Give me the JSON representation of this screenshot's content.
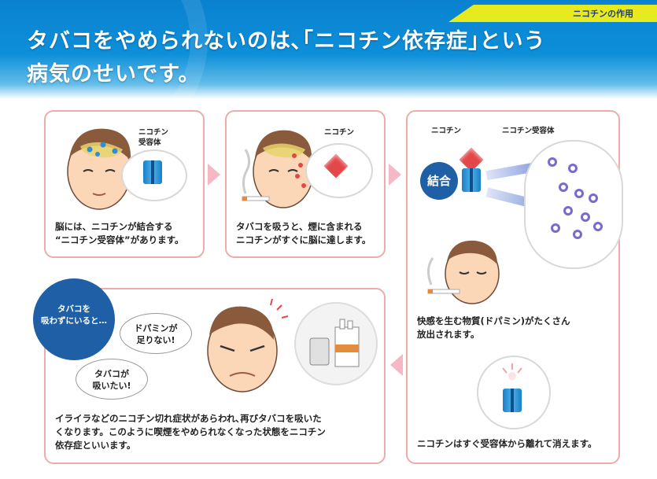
{
  "header": {
    "tag": "ニコチンの作用",
    "title_line1": "タバコをやめられないのは､｢ニコチン依存症｣という",
    "title_line2": "病気のせいです。"
  },
  "panels": {
    "p1": {
      "label_receptor": "ニコチン\n受容体",
      "caption": "脳には、ニコチンが結合する\n“ニコチン受容体”があります。"
    },
    "p2": {
      "label_nicotine": "ニコチン",
      "caption": "タバコを吸うと、煙に含まれる\nニコチンがすぐに脳に達します。"
    },
    "p3": {
      "label_nicotine": "ニコチン",
      "label_receptor": "ニコチン受容体",
      "bind_label": "結合",
      "caption1": "快感を生む物質(ドパミン)がたくさん\n放出されます。",
      "caption2": "ニコチンはすぐ受容体から離れて消えます。"
    },
    "p4": {
      "circle_text": "タバコを\n吸わずにいると…",
      "speech1": "ドパミンが\n足りない!",
      "speech2": "タバコが\n吸いたい!",
      "caption": "イライラなどのニコチン切れ症状があらわれ､再びタバコを吸いた\nくなります。このように喫煙をやめられなくなった状態をニコチン\n依存症といいます。"
    }
  },
  "colors": {
    "header_blue": "#0a82cf",
    "tag_yellow": "#e6ea1f",
    "panel_border": "#efaaaa",
    "arrow_pink": "#f5b8c4",
    "circle_blue": "#1e5fa6",
    "nicotine_red": "#e4474a",
    "dopamine_purple": "#7a6ad0"
  }
}
